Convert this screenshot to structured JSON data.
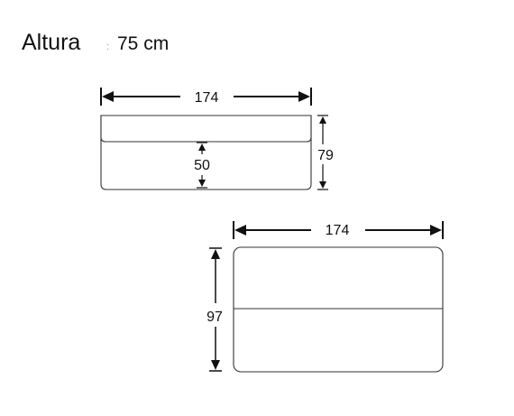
{
  "header": {
    "title": "Altura",
    "separator": ":",
    "value": "75 cm"
  },
  "top_view": {
    "width_label": "174",
    "depth_label": "79",
    "seat_depth_label": "50"
  },
  "front_view": {
    "width_label": "174",
    "height_label": "97"
  },
  "colors": {
    "line": "#111111",
    "outline": "#333333",
    "background": "#ffffff"
  }
}
